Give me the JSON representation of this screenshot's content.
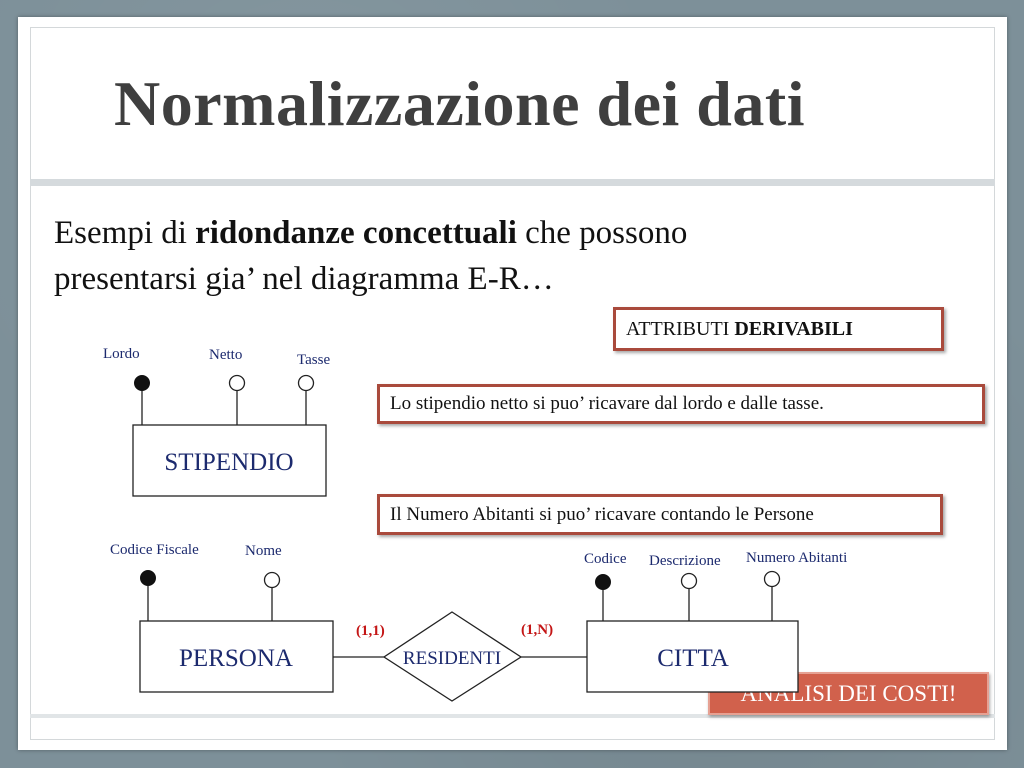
{
  "slide": {
    "title": "Normalizzazione dei dati",
    "subtitle_pre": "Esempi di ",
    "subtitle_bold": "ridondanze concettuali",
    "subtitle_post_line1": " che possono",
    "subtitle_line2": "presentarsi gia’ nel diagramma E-R…"
  },
  "callouts": {
    "derivabili_pre": "ATTRIBUTI ",
    "derivabili_bold": "DERIVABILI",
    "stipendio_note": "Lo stipendio netto si puo’ ricavare dal lordo  e dalle tasse.",
    "abitanti_note": "Il Numero Abitanti si puo’ ricavare contando le Persone",
    "analisi_button": "ANALISI DEI COSTI!"
  },
  "diagram": {
    "entities": {
      "stipendio": "STIPENDIO",
      "persona": "PERSONA",
      "citta": "CITTA"
    },
    "relationship": "RESIDENTI",
    "cardinalities": {
      "persona_side": "(1,1)",
      "citta_side": "(1,N)"
    },
    "attributes": {
      "lordo": "Lordo",
      "netto": "Netto",
      "tasse": "Tasse",
      "codice_fiscale": "Codice Fiscale",
      "nome": "Nome",
      "codice": "Codice",
      "descrizione": "Descrizione",
      "numero_abitanti": "Numero Abitanti"
    },
    "colors": {
      "entity_text": "#1c2a6e",
      "cardinality": "#c41616",
      "callout_border": "#a94a3c",
      "button_fill": "#d1614c"
    }
  }
}
